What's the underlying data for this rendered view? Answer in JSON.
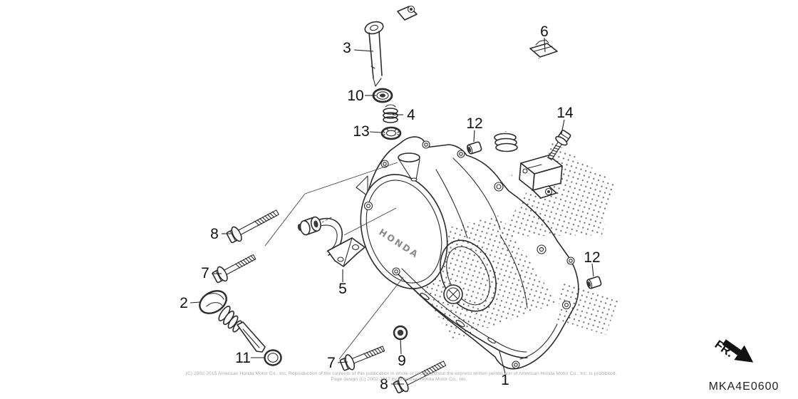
{
  "diagram": {
    "code": "MKA4E0600",
    "fr_label": "FR.",
    "cover_logo": "HONDA",
    "copyright_line1": "(C) 2002-2015 American Honda Motor Co., Inc. Reproduction of the contents of this publication in whole or in part without the express written permission of American Honda Motor Co., Inc. is prohibited.",
    "copyright_line2": "Page design (C) 2002-2017 by American Honda Motor Co., Inc."
  },
  "colors": {
    "line": "#2b2b2b",
    "label": "#111111",
    "copyright": "#ababab",
    "halftone": "#4a4a4a",
    "background": "#ffffff"
  },
  "callouts": [
    {
      "label": "3"
    },
    {
      "label": "10"
    },
    {
      "label": "4"
    },
    {
      "label": "13"
    },
    {
      "label": "6"
    },
    {
      "label": "12"
    },
    {
      "label": "14"
    },
    {
      "label": "8"
    },
    {
      "label": "7"
    },
    {
      "label": "5"
    },
    {
      "label": "2"
    },
    {
      "label": "11"
    },
    {
      "label": "7"
    },
    {
      "label": "9"
    },
    {
      "label": "8"
    },
    {
      "label": "1"
    },
    {
      "label": "12"
    }
  ]
}
